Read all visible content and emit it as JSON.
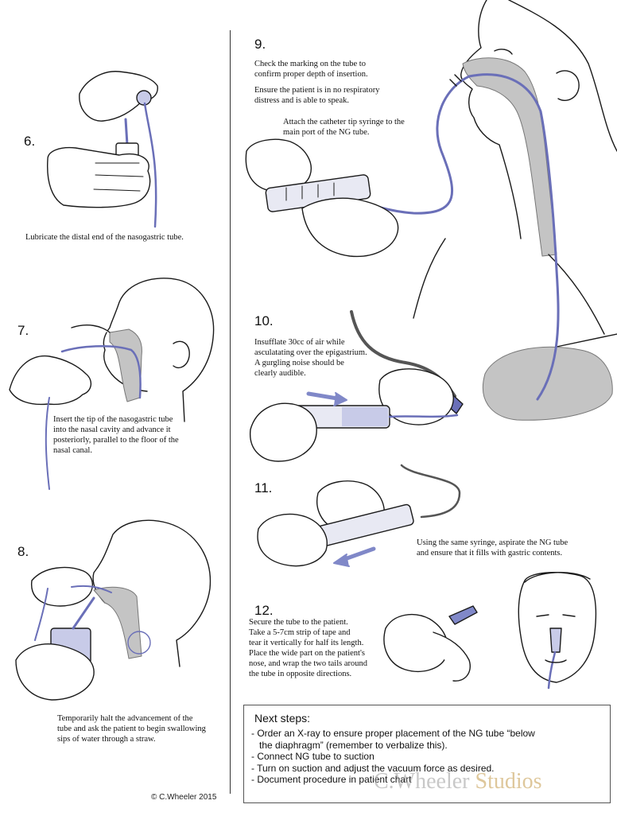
{
  "steps": [
    {
      "number": "6.",
      "caption": [
        "Lubricate the distal end of the nasogastric tube."
      ]
    },
    {
      "number": "7.",
      "caption": [
        "Insert the tip of the nasogastric tube",
        "into the nasal cavity and advance it",
        "posteriorly, parallel to the floor of the",
        "nasal canal."
      ]
    },
    {
      "number": "8.",
      "caption": [
        "Temporarily halt the advancement of the",
        "tube and ask the patient to begin swallowing",
        "sips of water through a straw."
      ]
    },
    {
      "number": "9.",
      "caption": [
        "Check the marking on the tube to",
        "confirm proper depth of insertion.",
        "",
        "Ensure the patient is in no respiratory",
        "distress and is able to speak."
      ],
      "caption2": [
        "Attach the catheter tip syringe to the",
        "main port of the NG tube."
      ]
    },
    {
      "number": "10.",
      "caption": [
        "Insufflate 30cc of air while",
        "asculatating over the epigastrium.",
        "A gurgling noise should be",
        "clearly audible."
      ]
    },
    {
      "number": "11.",
      "caption": [
        "Using the same syringe, aspirate the NG tube",
        "and ensure that it fills with gastric contents."
      ]
    },
    {
      "number": "12.",
      "caption": [
        "Secure the tube to the patient.",
        "Take a 5-7cm strip of tape and",
        "tear it vertically for half its length.",
        "Place the wide part on the patient's",
        "nose, and wrap the two tails around",
        "the tube in opposite directions."
      ]
    }
  ],
  "next_steps": {
    "title": "Next steps:",
    "items": [
      "- Order an X-ray to ensure proper placement of the NG tube “below",
      "   the diaphragm” (remember to verbalize this).",
      "- Connect NG tube to suction",
      "- Turn on suction and adjust the vacuum force as desired.",
      "- Document procedure in patient chart"
    ]
  },
  "copyright": "© C.Wheeler 2015",
  "watermark": {
    "name": "C.Wheeler",
    "suffix": "Studios"
  },
  "colors": {
    "tube": "#6a6fb8",
    "tube_fill": "#c8cbe8",
    "anatomy": "#c4c4c4",
    "line": "#1a1a1a"
  }
}
